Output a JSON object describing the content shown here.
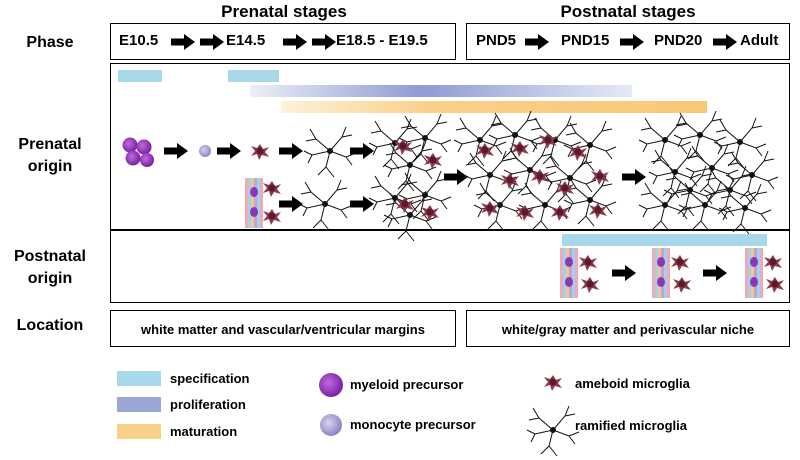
{
  "stages": {
    "prenatal_title": "Prenatal stages",
    "postnatal_title": "Postnatal stages"
  },
  "rows": {
    "phase": "Phase",
    "prenatal_origin_line1": "Prenatal",
    "prenatal_origin_line2": "origin",
    "postnatal_origin_line1": "Postnatal",
    "postnatal_origin_line2": "origin",
    "location": "Location"
  },
  "phase": {
    "prenatal": [
      "E10.5",
      "E14.5",
      "E18.5 - E19.5"
    ],
    "postnatal": [
      "PND5",
      "PND15",
      "PND20",
      "Adult"
    ]
  },
  "location": {
    "prenatal": "white matter and vascular/ventricular margins",
    "postnatal": "white/gray matter and perivascular niche"
  },
  "legend": {
    "specification": "specification",
    "proliferation": "proliferation",
    "maturation": "maturation",
    "myeloid": "myeloid precursor",
    "monocyte": "monocyte precursor",
    "ameboid": "ameboid microglia",
    "ramified": "ramified microglia"
  },
  "colors": {
    "specification": "#a8d8ea",
    "proliferation": "#9aa6d6",
    "maturation": "#f9d089",
    "myeloid": "#8e35b8",
    "monocyte": "#a9a1d8",
    "ameboid": "#7a2a3c",
    "ramified": "#1a1a1a"
  }
}
